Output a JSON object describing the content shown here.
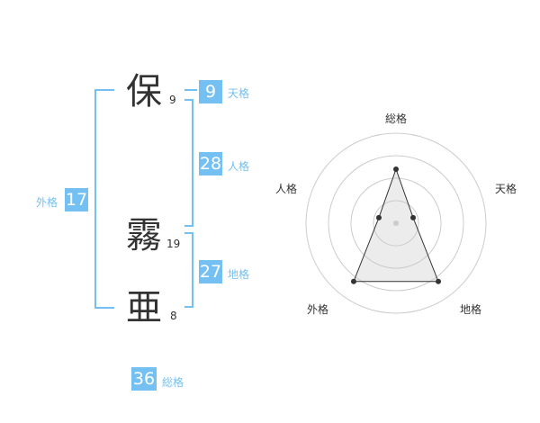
{
  "characters": [
    {
      "char": "保",
      "strokes": "9"
    },
    {
      "char": "霧",
      "strokes": "19"
    },
    {
      "char": "亜",
      "strokes": "8"
    }
  ],
  "fortunes": {
    "tenkaku": {
      "value": "9",
      "label": "天格"
    },
    "jinkaku": {
      "value": "28",
      "label": "人格"
    },
    "chikaku": {
      "value": "27",
      "label": "地格"
    },
    "gaikaku": {
      "value": "17",
      "label": "外格"
    },
    "soukaku": {
      "value": "36",
      "label": "総格"
    }
  },
  "colors": {
    "accent": "#74c0f2",
    "text": "#333333",
    "grid": "#cccccc"
  },
  "chart_data": {
    "type": "radar",
    "axes": [
      "総格",
      "天格",
      "地格",
      "外格",
      "人格"
    ],
    "values": [
      3,
      1,
      4,
      4,
      1
    ],
    "max": 5,
    "rings": 4
  }
}
